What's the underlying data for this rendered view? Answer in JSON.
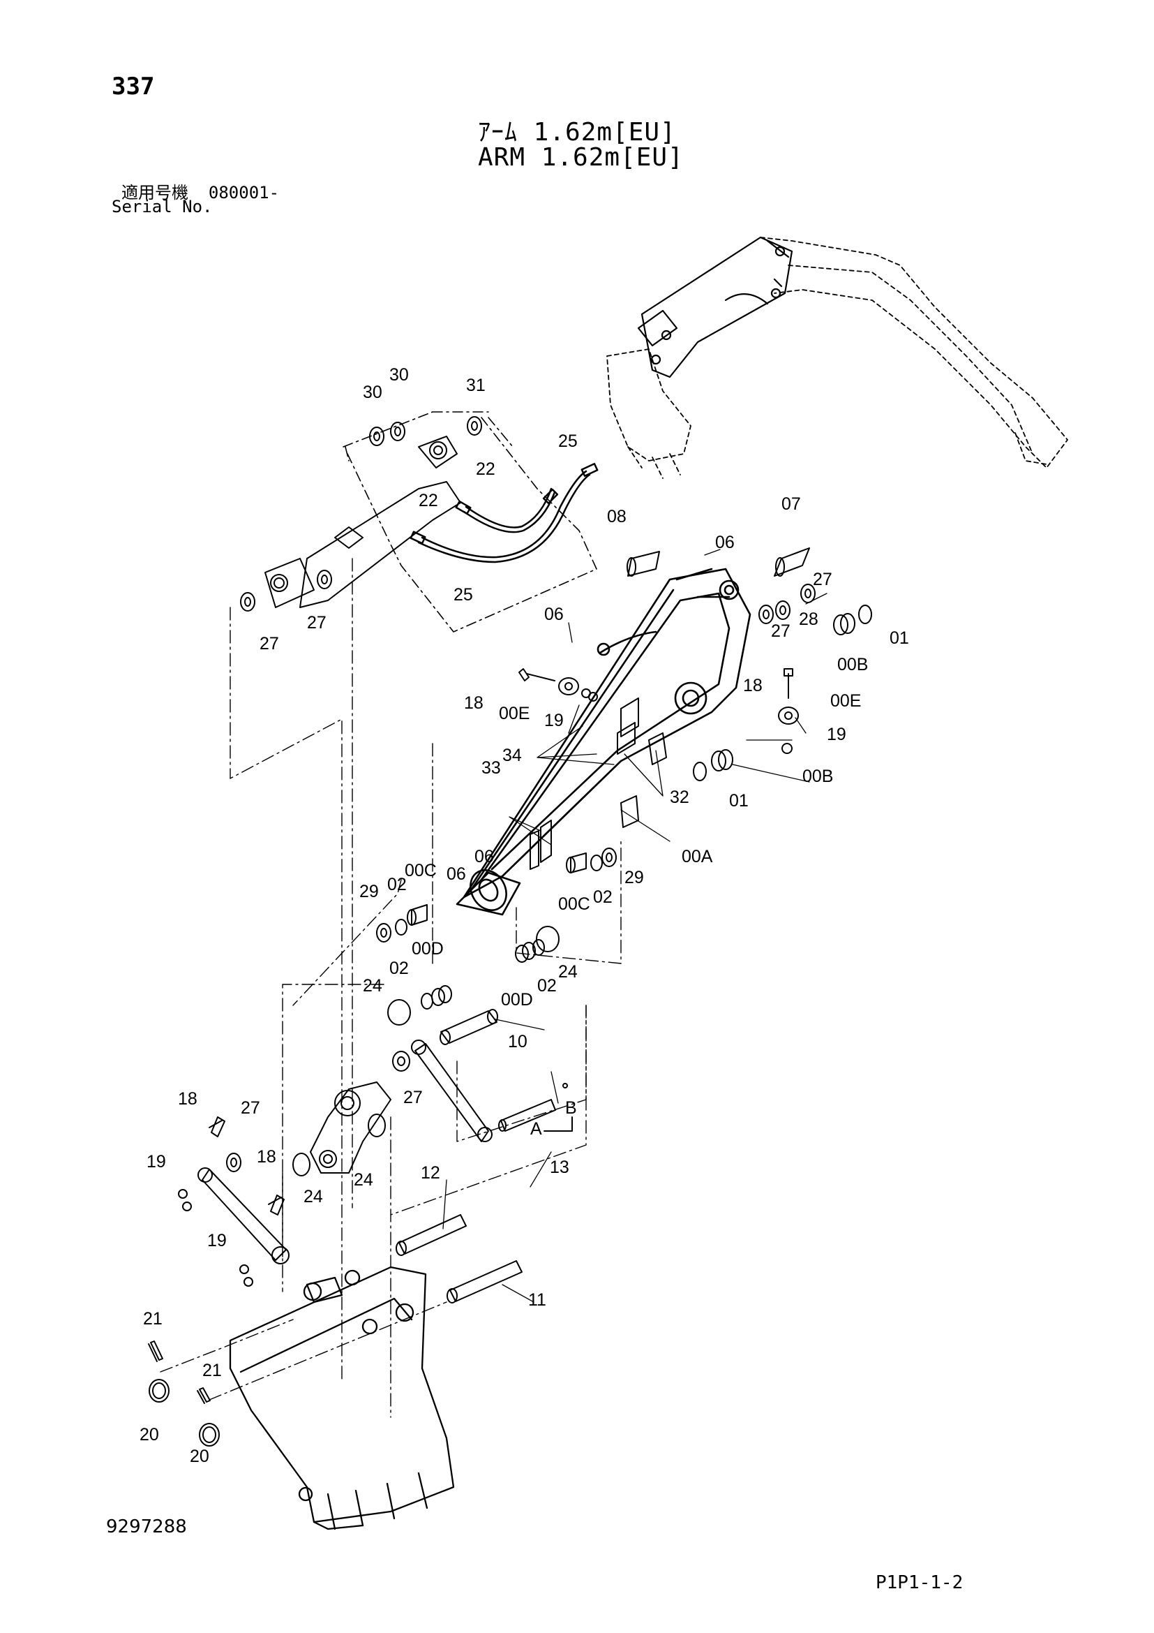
{
  "header": {
    "page_number": "337",
    "title_jp": "ｱｰﾑ 1.62m[EU]",
    "title_en": "ARM 1.62m[EU]",
    "serial_label_jp": "適用号機",
    "serial_value": "080001-",
    "serial_label_en": "Serial No."
  },
  "footer": {
    "doc_code": "9297288",
    "page_code": "P1P1-1-2"
  },
  "callouts": [
    "30",
    "30",
    "31",
    "25",
    "22",
    "22",
    "25",
    "27",
    "27",
    "08",
    "06",
    "07",
    "27",
    "27",
    "28",
    "01",
    "00B",
    "06",
    "18",
    "00E",
    "19",
    "18",
    "00E",
    "19",
    "34",
    "32",
    "01",
    "00B",
    "33",
    "06",
    "06",
    "00A",
    "29",
    "02",
    "00C",
    "00C",
    "02",
    "29",
    "00D",
    "02",
    "24",
    "00D",
    "02",
    "24",
    "10",
    "27",
    "B",
    "A",
    "13",
    "18",
    "27",
    "19",
    "18",
    "24",
    "24",
    "12",
    "19",
    "11",
    "21",
    "21",
    "20",
    "20"
  ]
}
